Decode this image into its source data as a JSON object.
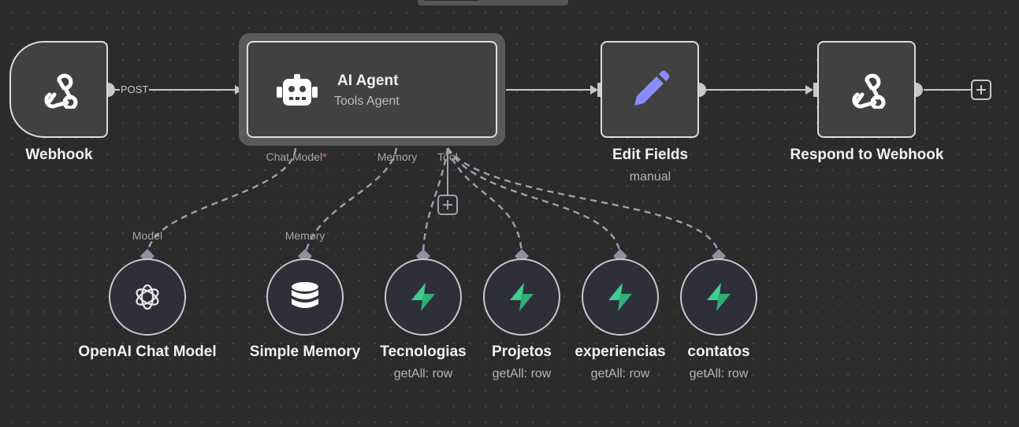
{
  "nodes": {
    "webhook": {
      "label": "Webhook",
      "output_label": "POST",
      "icon": "webhook-icon"
    },
    "ai_agent": {
      "title": "AI Agent",
      "subtitle": "Tools Agent",
      "icon": "robot-icon",
      "ports": {
        "chat_model": "Chat Model",
        "chat_model_required": "*",
        "memory": "Memory",
        "tool": "Tool"
      }
    },
    "edit_fields": {
      "label": "Edit Fields",
      "sublabel": "manual",
      "icon": "pencil-icon"
    },
    "respond": {
      "label": "Respond to Webhook",
      "icon": "webhook-icon"
    },
    "openai": {
      "label": "OpenAI Chat Model",
      "port": "Model",
      "icon": "openai-icon"
    },
    "memory": {
      "label": "Simple Memory",
      "port": "Memory",
      "icon": "database-icon"
    },
    "tools": [
      {
        "label": "Tecnologias",
        "sublabel": "getAll: row",
        "icon": "supabase-icon"
      },
      {
        "label": "Projetos",
        "sublabel": "getAll: row",
        "icon": "supabase-icon"
      },
      {
        "label": "experiencias",
        "sublabel": "getAll: row",
        "icon": "supabase-icon"
      },
      {
        "label": "contatos",
        "sublabel": "getAll: row",
        "icon": "supabase-icon"
      }
    ]
  },
  "colors": {
    "canvas": "#2b2b2b",
    "node": "#414141",
    "edge": "#c8c8c8",
    "pencil": "#8b8bff",
    "supabase": "#3ecf8e",
    "required": "#ff6b6b"
  }
}
